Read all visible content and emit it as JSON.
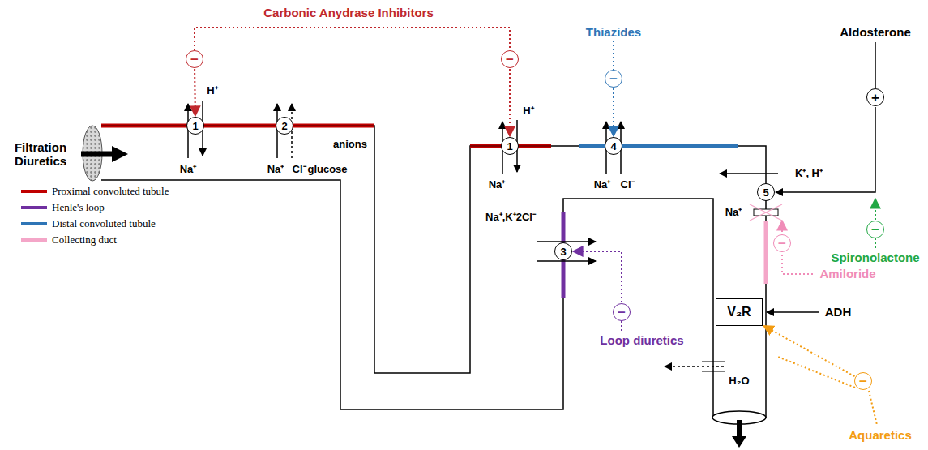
{
  "diagram": {
    "nodes": [
      {
        "text": [
          "1"
        ]
      },
      {
        "text": [
          "2"
        ]
      },
      {
        "text": [
          "1"
        ]
      },
      {
        "text": [
          "4"
        ]
      },
      {
        "text": [
          "3"
        ]
      },
      {
        "text": [
          "5"
        ]
      },
      {
        "text": [
          "V₂R"
        ]
      },
      {
        "text": [
          "−"
        ]
      },
      {
        "text": [
          "−"
        ]
      },
      {
        "text": [
          "−"
        ]
      },
      {
        "text": [
          "−"
        ]
      },
      {
        "text": [
          "+"
        ]
      },
      {
        "text": [
          "−"
        ]
      },
      {
        "text": [
          "−"
        ]
      },
      {
        "text": [
          "−"
        ]
      }
    ],
    "edges": [
      {
        "from": 7,
        "to": 0,
        "arrow": "to"
      },
      {
        "from": 8,
        "to": 2,
        "arrow": "to"
      },
      {
        "from": 9,
        "to": 3,
        "arrow": "to"
      },
      {
        "from": 10,
        "to": 4,
        "arrow": "to"
      },
      {
        "from": 11,
        "to": 5,
        "arrow": "to"
      },
      {
        "from": 14,
        "to": 6,
        "arrow": "to"
      }
    ],
    "labels": [
      "Carbonic Anydrase Inhibitors",
      "H⁺",
      "Na⁺",
      "Na⁺",
      "Cl⁻",
      "anions",
      "glucose",
      "Filtration Diuretics",
      "H⁺",
      "Na⁺",
      "Thiazides",
      "Na⁺",
      "Cl⁻",
      "Na⁺,K⁺2Cl⁻",
      "Loop diuretics",
      "Aldosterone",
      "K⁺, H⁺",
      "Na⁺",
      "Spironolactone",
      "Amiloride",
      "ADH",
      "H₂O",
      "Aquaretics"
    ],
    "legend": [
      {
        "text": "Proximal convoluted tubule",
        "color": "#c00000"
      },
      {
        "text": "Henle's loop",
        "color": "#7030a0"
      },
      {
        "text": "Distal convoluted tubule",
        "color": "#2e75b6"
      },
      {
        "text": "Collecting duct",
        "color": "#f4a6c8"
      }
    ]
  }
}
